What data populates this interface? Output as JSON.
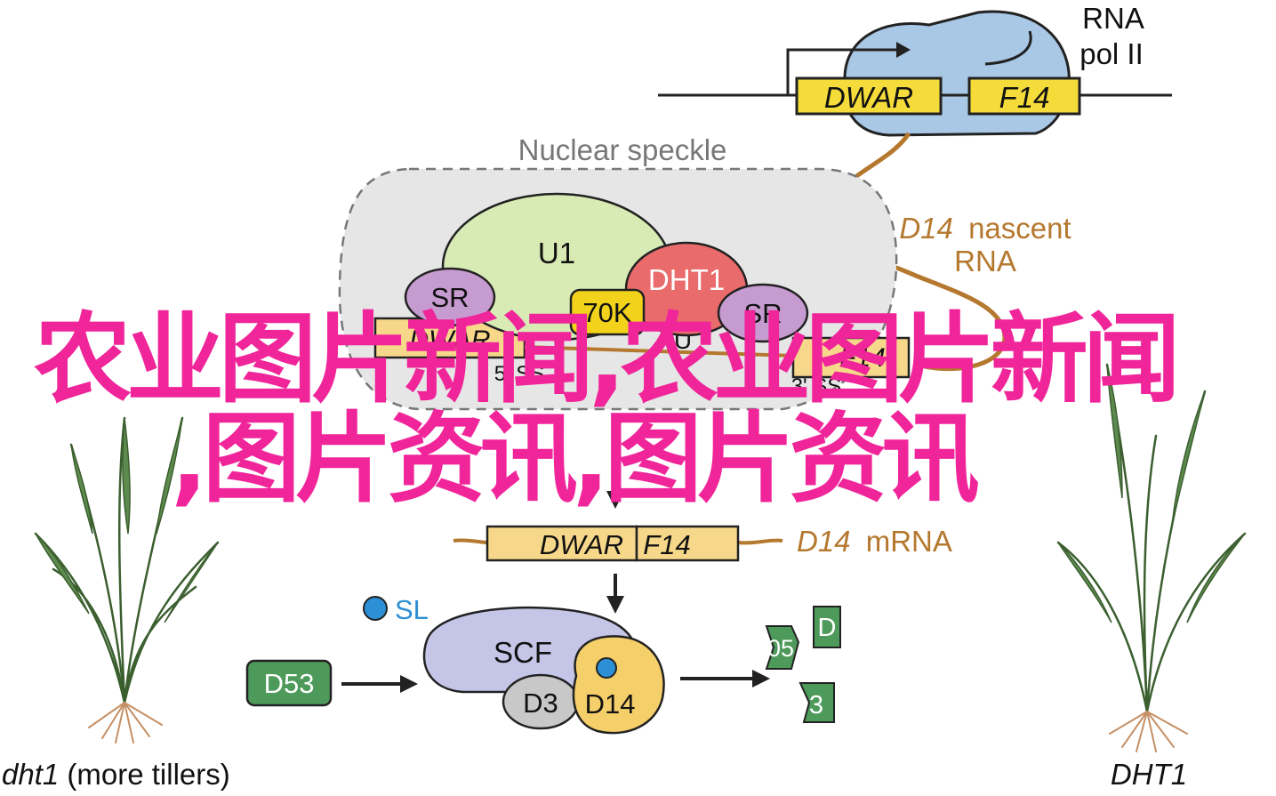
{
  "gene_panel": {
    "pol_label_line1": "RNA",
    "pol_label_line2": "pol II",
    "gene1": "DWAR",
    "gene2": "F14"
  },
  "speckle": {
    "title": "Nuclear speckle",
    "u1": "U1",
    "sr_left": "SR",
    "sr_right": "SR",
    "dht1": "DHT1",
    "k70": "70K",
    "exon_left": "DWAR",
    "exon_right": "F14",
    "ss5": "5' SS",
    "ss3": "3' SS",
    "intron_u": "U"
  },
  "nascent": {
    "gene": "D14",
    "text_line1": "nascent",
    "text_line2": "RNA"
  },
  "mrna": {
    "seg1": "DWAR",
    "seg2": "F14",
    "label_gene": "D14",
    "label_text": "mRNA"
  },
  "signaling": {
    "sl": "SL",
    "scf": "SCF",
    "d3": "D3",
    "d14": "D14",
    "d53": "D53",
    "frag_top": "D",
    "frag_mid": "05",
    "frag_bot": "3"
  },
  "plants": {
    "left_gene": "dht1",
    "left_text": "(more tillers)",
    "right_gene": "DHT1"
  },
  "overlay": {
    "line1": "农业图片新闻,农业图片新闻",
    "line2": ",图片资讯,图片资讯"
  },
  "colors": {
    "pol": "#a9c8e6",
    "gene_box": "#f5dc3a",
    "mrna_box": "#f7d88a",
    "u1": "#d9ebb4",
    "sr": "#c69bcf",
    "dht1": "#e96b6b",
    "k70": "#f2d21b",
    "rna_strand": "#b5782f",
    "scf": "#c5c6e7",
    "d3": "#c8c8c8",
    "d14_prot": "#f5cf6a",
    "d53": "#4e9a5a",
    "sl": "#2d8fd5",
    "overlay": "#f0259a"
  }
}
